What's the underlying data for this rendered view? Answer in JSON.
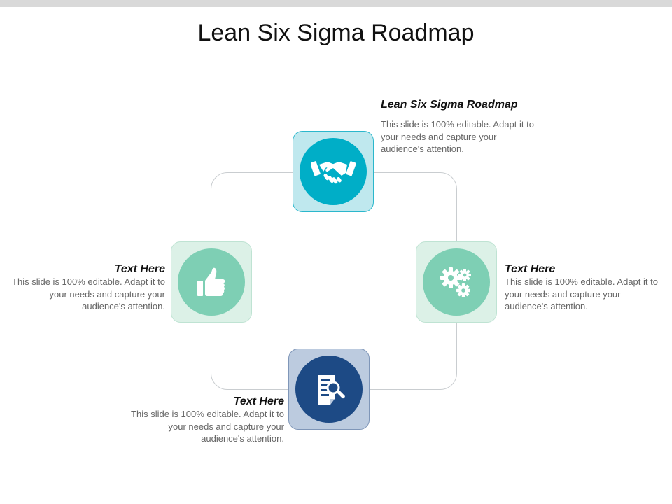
{
  "slide": {
    "title": "Lean Six Sigma Roadmap"
  },
  "nodes": {
    "top": {
      "heading": "Lean Six Sigma Roadmap",
      "description": "This slide is 100% editable. Adapt it to your needs and capture your audience's attention.",
      "icon": "handshake-icon",
      "tile_color": "#bfe8ee",
      "circle_color": "#00aec7"
    },
    "right": {
      "heading": "Text Here",
      "description": "This slide is 100% editable. Adapt it to your needs and capture your audience's attention.",
      "icon": "gears-icon",
      "tile_color": "#dcf1e7",
      "circle_color": "#7ecfb4"
    },
    "bottom": {
      "heading": "Text Here",
      "description": "This slide is 100% editable. Adapt it to your needs and capture your audience's attention.",
      "icon": "document-search-icon",
      "tile_color": "#bccbdf",
      "circle_color": "#1d4a85"
    },
    "left": {
      "heading": "Text Here",
      "description": "This slide is 100% editable. Adapt it to your needs and capture your audience's attention.",
      "icon": "thumbs-up-icon",
      "tile_color": "#dcf1e7",
      "circle_color": "#7ecfb4"
    }
  }
}
